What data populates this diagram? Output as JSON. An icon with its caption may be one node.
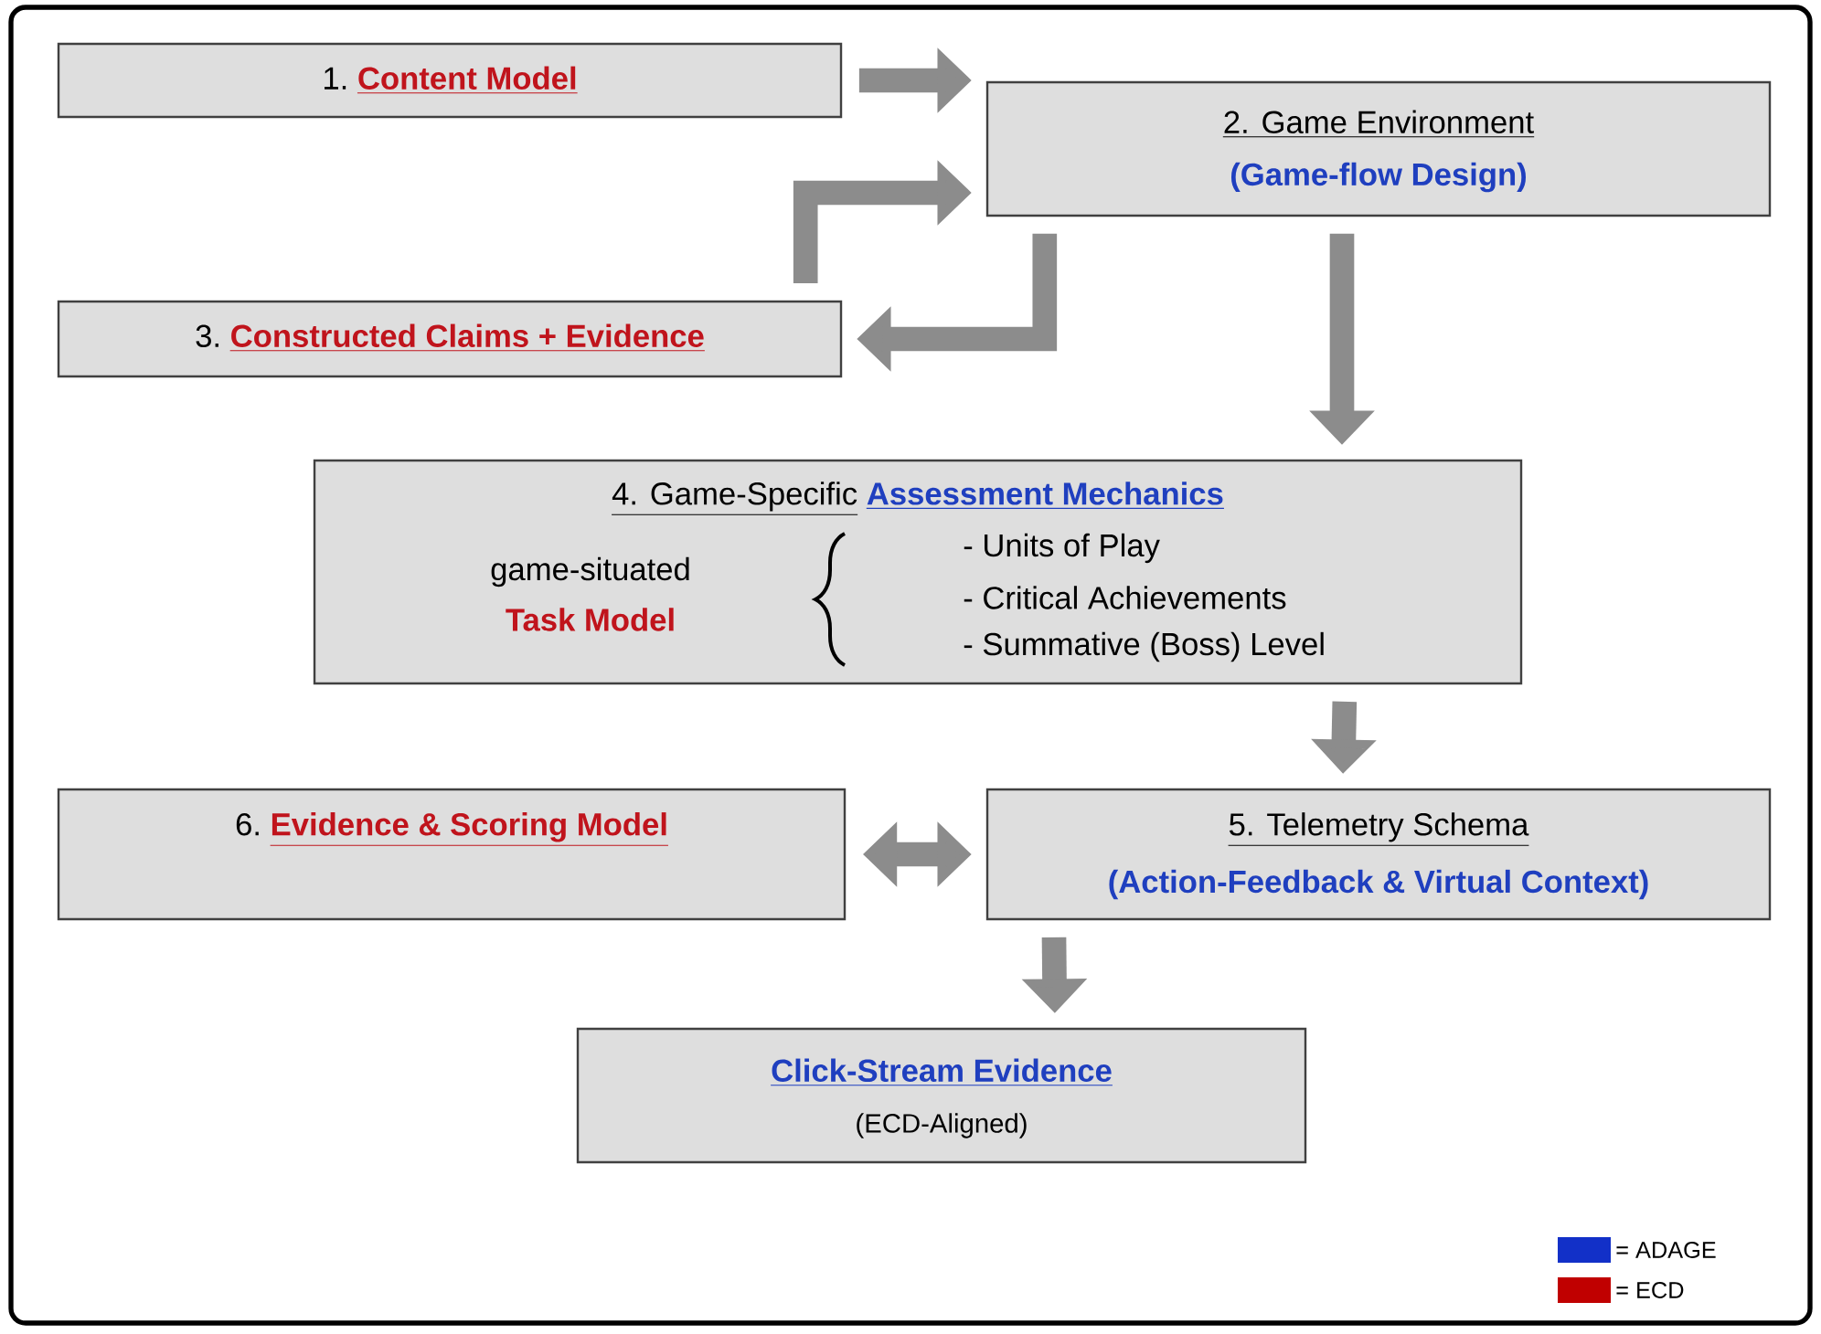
{
  "diagram": {
    "nodes": [
      {
        "text": [
          "1.",
          "Content Model"
        ]
      },
      {
        "text": [
          "2. Game Environment",
          "(Game-flow Design)"
        ]
      },
      {
        "text": [
          "3.",
          "Constructed Claims + Evidence"
        ]
      },
      {
        "text": [
          "4. Game-Specific",
          "Assessment Mechanics",
          "game-situated",
          "Task Model",
          "- Units of Play",
          "- Critical Achievements",
          "- Summative (Boss) Level"
        ]
      },
      {
        "text": [
          "5. Telemetry Schema",
          "(Action-Feedback & Virtual Context)"
        ]
      },
      {
        "text": [
          "6.",
          "Evidence & Scoring Model"
        ]
      },
      {
        "text": [
          "Click-Stream Evidence",
          "(ECD-Aligned)"
        ]
      }
    ],
    "edges": [
      {
        "from": 0,
        "to": 1,
        "arrow": "to"
      },
      {
        "from": 2,
        "to": 1,
        "arrow": "to"
      },
      {
        "from": 1,
        "to": 2,
        "arrow": "to"
      },
      {
        "from": 1,
        "to": 3,
        "arrow": "to"
      },
      {
        "from": 3,
        "to": 4,
        "arrow": "to"
      },
      {
        "from": 5,
        "to": 4,
        "arrow": "both"
      },
      {
        "from": 4,
        "to": 6,
        "arrow": "to"
      }
    ],
    "legend": [
      {
        "text": "= ADAGE",
        "color": "#1230c8"
      },
      {
        "text": "= ECD",
        "color": "#c00000"
      }
    ]
  }
}
